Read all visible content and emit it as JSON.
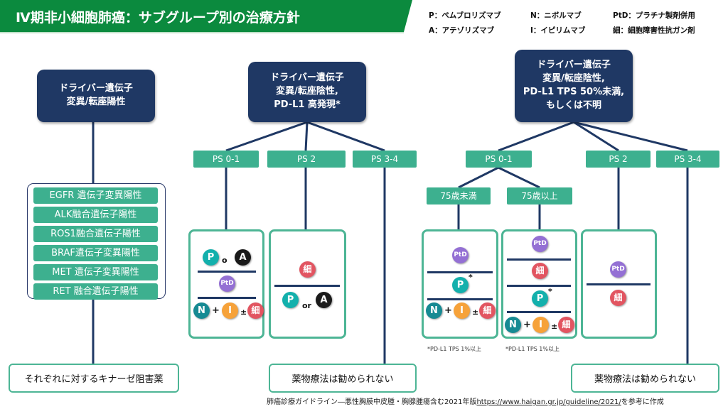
{
  "title": "Ⅳ期非小細胞肺癌：サブグループ別の治療方針",
  "legend": {
    "P": "P：ペムブロリズマブ",
    "N": "N：ニボルマブ",
    "PtD": "PtD：プラチナ製剤併用",
    "A": "A：アテゾリズマブ",
    "I": "I：イピリムマブ",
    "S": "細：細胞障害性抗ガン剤"
  },
  "groups": [
    {
      "title_lines": [
        "ドライバー遺伝子",
        "変異/転座陽性"
      ],
      "mutations": [
        "EGFR 遺伝子変異陽性",
        "ALK融合遺伝子陽性",
        "ROS1融合遺伝子陽性",
        "BRAF遺伝子変異陽性",
        "MET 遺伝子変異陽性",
        "RET 融合遺伝子陽性"
      ],
      "outcome": "それぞれに対するキナーゼ阻害薬"
    },
    {
      "title_lines": [
        "ドライバー遺伝子",
        "変異/転座陰性,",
        "PD-L1 高発現*"
      ],
      "ps": [
        "PS 0-1",
        "PS 2",
        "PS 3-4"
      ],
      "outcome": "薬物療法は勧められない"
    },
    {
      "title_lines": [
        "ドライバー遺伝子",
        "変異/転座陰性,",
        "PD-L1 TPS 50%未満,",
        "もしくは不明"
      ],
      "ps": [
        "PS 0-1",
        "PS 2",
        "PS 3-4"
      ],
      "age": [
        "75歳未満",
        "75歳以上"
      ],
      "outcome": "薬物療法は勧められない"
    }
  ],
  "drugs": {
    "P": "P",
    "A": "A",
    "N": "N",
    "I": "I",
    "PtD": "PtD",
    "S": "細",
    "or": "or",
    "or_split": "o",
    "plus": "+",
    "pm": "±",
    "star": "*"
  },
  "footnote": "*PD-L1 TPS 1%以上",
  "citation": {
    "text": "肺癌診療ガイドライン―悪性胸膜中皮腫・胸腺腫瘍含む2021年版",
    "url": "https://www.haigan.gr.jp/guideline/2021/",
    "suffix": "を参考に作成"
  },
  "colors": {
    "header": "#0b8a3e",
    "navy": "#1f3864",
    "teal": "#3db08f",
    "P": "#13b0ac",
    "A": "#1a1a1a",
    "N": "#168a93",
    "I": "#f6a23a",
    "S": "#e25561",
    "PtD": "#9470d4"
  }
}
